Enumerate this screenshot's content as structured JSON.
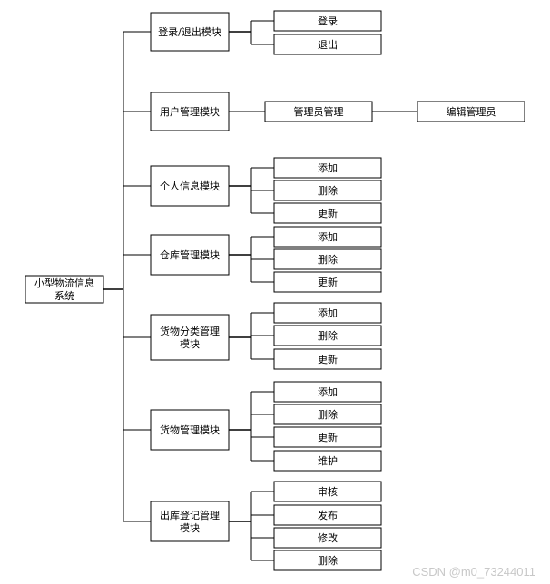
{
  "root": {
    "label_lines": [
      "小型物流信息",
      "系统"
    ]
  },
  "modules": [
    {
      "label_lines": [
        "登录/退出模块"
      ],
      "children": [
        {
          "label": "登录"
        },
        {
          "label": "退出"
        }
      ]
    },
    {
      "label_lines": [
        "用户管理模块"
      ],
      "children": [
        {
          "label": "管理员管理",
          "children": [
            {
              "label": "编辑管理员"
            }
          ]
        }
      ]
    },
    {
      "label_lines": [
        "个人信息模块"
      ],
      "children": [
        {
          "label": "添加"
        },
        {
          "label": "删除"
        },
        {
          "label": "更新"
        }
      ]
    },
    {
      "label_lines": [
        "仓库管理模块"
      ],
      "children": [
        {
          "label": "添加"
        },
        {
          "label": "删除"
        },
        {
          "label": "更新"
        }
      ]
    },
    {
      "label_lines": [
        "货物分类管理",
        "模块"
      ],
      "children": [
        {
          "label": "添加"
        },
        {
          "label": "删除"
        },
        {
          "label": "更新"
        }
      ]
    },
    {
      "label_lines": [
        "货物管理模块"
      ],
      "children": [
        {
          "label": "添加"
        },
        {
          "label": "删除"
        },
        {
          "label": "更新"
        },
        {
          "label": "维护"
        }
      ]
    },
    {
      "label_lines": [
        "出库登记管理",
        "模块"
      ],
      "children": [
        {
          "label": "审核"
        },
        {
          "label": "发布"
        },
        {
          "label": "修改"
        },
        {
          "label": "删除"
        }
      ]
    }
  ],
  "watermark": "CSDN @m0_73244011"
}
